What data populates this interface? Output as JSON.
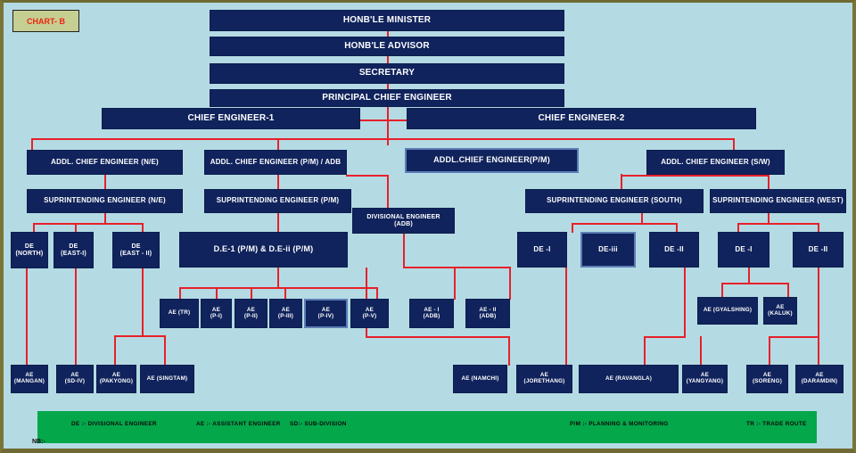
{
  "chart": {
    "label": "CHART- B",
    "nb_note": "NB:-"
  },
  "colors": {
    "node_fill": "#10235c",
    "connector": "#e8202a",
    "canvas": "#b4dbe4",
    "legend_bar": "#04a74a",
    "label_fill": "#c5cf92",
    "label_text": "#ee2211",
    "border": "#7a7436"
  },
  "nodes": {
    "minister": "HONB'LE MINISTER",
    "advisor": "HONB'LE ADVISOR",
    "secretary": "SECRETARY",
    "principal_chief_engineer": "PRINCIPAL CHIEF ENGINEER",
    "chief_engineer_1": "CHIEF ENGINEER-1",
    "chief_engineer_2": "CHIEF ENGINEER-2",
    "ace_ne": "ADDL. CHIEF ENGINEER (N/E)",
    "ace_pm_adb": "ADDL. CHIEF ENGINEER (P/M) / ADB",
    "ace_pm": "ADDL.CHIEF ENGINEER(P/M)",
    "ace_sw": "ADDL. CHIEF ENGINEER (S/W)",
    "se_ne": "SUPRINTENDING ENGINEER (N/E)",
    "se_pm": "SUPRINTENDING ENGINEER (P/M)",
    "se_south": "SUPRINTENDING ENGINEER     (SOUTH)",
    "se_west": "SUPRINTENDING ENGINEER (WEST)",
    "de_adb": "DIVISIONAL ENGINEER\n(ADB)",
    "de_north": "DE\n(NORTH)",
    "de_east_1": "DE\n(EAST-I)",
    "de_east_2": "DE\n(EAST - II)",
    "de1_de2_pm": "D.E-1  (P/M) & D.E-ii (P/M)",
    "de_south_1": "DE -I",
    "de_south_3": "DE-iii",
    "de_south_2": "DE -II",
    "de_west_1": "DE -I",
    "de_west_2": "DE -II",
    "ae_tr": "AE (TR)",
    "ae_p1": "AE\n(P-I)",
    "ae_p2": "AE\n(P-II)",
    "ae_p3": "AE\n(P-III)",
    "ae_p4": "AE\n(P-IV)",
    "ae_p5": "AE\n(P-V)",
    "ae_adb_1": "AE - I\n(ADB)",
    "ae_adb_2": "AE - II\n(ADB)",
    "ae_gyalshing": "AE (GYALSHING)",
    "ae_kaluk": "AE\n(KALUK)",
    "ae_mangan": "AE\n(MANGAN)",
    "ae_sd4": "AE\n(SD-IV)",
    "ae_pakyong": "AE\n(PAKYONG)",
    "ae_singtam": "AE (SINGTAM)",
    "ae_namchi": "AE (NAMCHI)",
    "ae_jorethang": "AE\n(JORETHANG)",
    "ae_ravangla": "AE (RAVANGLA)",
    "ae_yangyang": "AE\n(YANGYANG)",
    "ae_soreng": "AE\n(SORENG)",
    "ae_daramdin": "AE\n(DARAMDIN)"
  },
  "legend": {
    "de": "DE :- DIVISIONAL ENGINEER",
    "ae": "AE :- ASSISTANT ENGINEER",
    "sd": "SD:- SUB-DIVISION",
    "pm": "P/M :- PLANNING & MONITORING",
    "tr": "TR :- TRADE ROUTE"
  }
}
